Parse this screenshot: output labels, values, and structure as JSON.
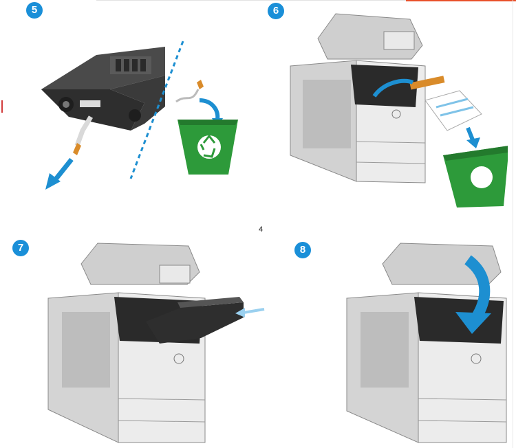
{
  "page_number": "4",
  "steps": [
    {
      "number": "5"
    },
    {
      "number": "6"
    },
    {
      "number": "7"
    },
    {
      "number": "8"
    }
  ],
  "colors": {
    "step_badge": "#1a8fd8",
    "arrow_blue": "#1d8fd1",
    "recycle_green": "#2d9a3a",
    "recycle_green_dark": "#237a2d",
    "accent_bar": "#e8502a",
    "left_tick": "#d23b3b",
    "printer_body": "#e3e3e3",
    "printer_dark": "#3a3a3a",
    "orange_tab": "#d98b2a"
  },
  "icons": [
    "recycle-icon",
    "hp-logo-icon",
    "arrow-icon",
    "dashed-divider"
  ]
}
